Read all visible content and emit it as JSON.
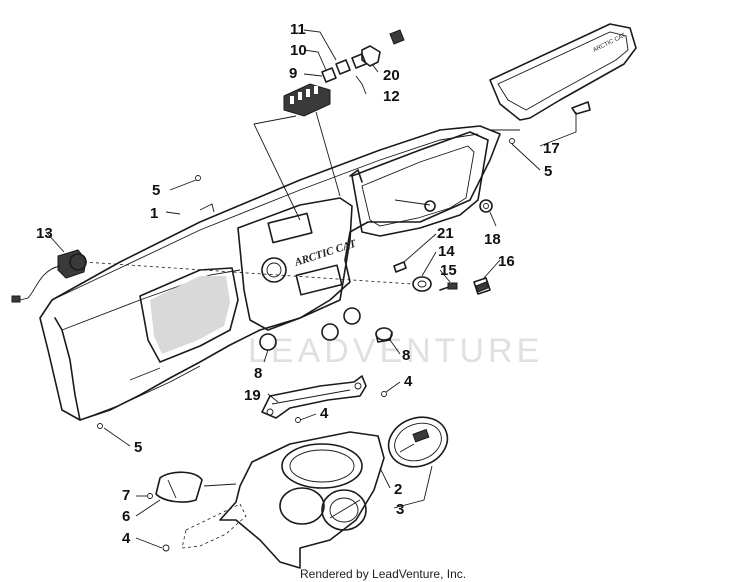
{
  "watermark": "LEADVENTURE",
  "credit": "Rendered by LeadVenture, Inc.",
  "dash_logo": "ARCTIC CAT",
  "cover_logo": "ARCTIC CAT",
  "callouts": {
    "c1": "1",
    "c2": "2",
    "c3": "3",
    "c4a": "4",
    "c4b": "4",
    "c4c": "4",
    "c5a": "5",
    "c5b": "5",
    "c5c": "5",
    "c6": "6",
    "c7": "7",
    "c8a": "8",
    "c8b": "8",
    "c9": "9",
    "c10": "10",
    "c11": "11",
    "c12": "12",
    "c13": "13",
    "c14": "14",
    "c15": "15",
    "c16": "16",
    "c17": "17",
    "c18": "18",
    "c19": "19",
    "c20": "20",
    "c21": "21"
  }
}
